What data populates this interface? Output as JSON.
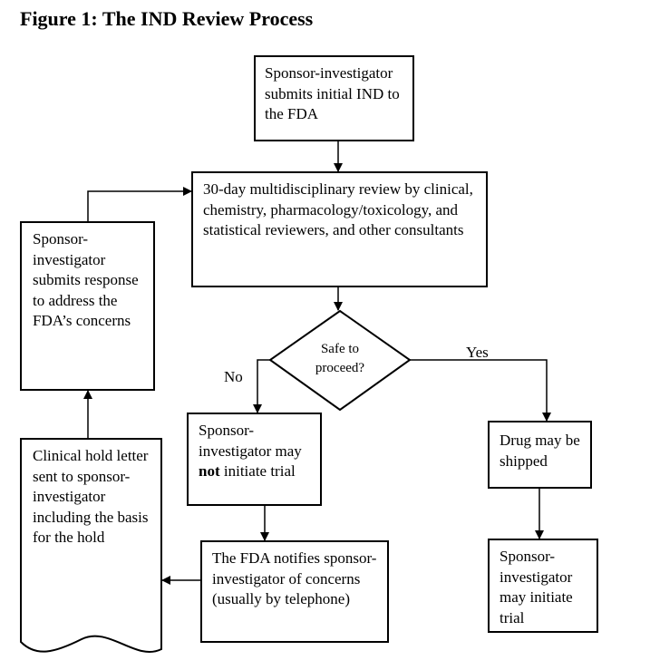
{
  "title": "Figure 1:  The IND Review Process",
  "nodes": {
    "submit_ind": "Sponsor-investigator submits initial IND to the FDA",
    "review": "30-day multidisciplinary review by clinical, chemistry, pharmacology/toxicology, and statistical reviewers, and other consultants",
    "response": "Sponsor-investigator submits response to address the FDA’s concerns",
    "decision": "Safe to proceed?",
    "not_initiate_pre": "Sponsor-investigator may ",
    "not_initiate_bold": "not",
    "not_initiate_post": " initiate trial",
    "shipped": "Drug may be shipped",
    "notifies": "The FDA notifies sponsor-investigator of concerns (usually by telephone)",
    "initiate": "Sponsor-investigator may initiate trial",
    "hold_letter": "Clinical hold letter sent to sponsor-investigator including the basis for the hold"
  },
  "edges": {
    "no": "No",
    "yes": "Yes"
  }
}
